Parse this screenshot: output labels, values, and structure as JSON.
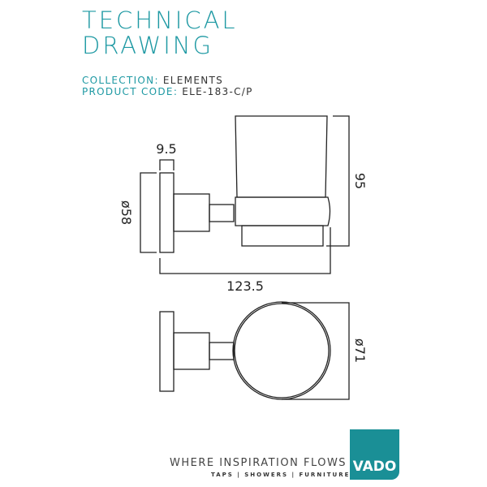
{
  "header": {
    "title_line1": "TECHNICAL",
    "title_line2": "DRAWING"
  },
  "info": {
    "collection_label": "COLLECTION:",
    "collection_value": "ELEMENTS",
    "product_code_label": "PRODUCT CODE:",
    "product_code_value": "ELE-183-C/P"
  },
  "dimensions": {
    "plate_thickness": "9.5",
    "plate_diameter": "ø58",
    "height": "95",
    "depth": "123.5",
    "cup_diameter": "ø71"
  },
  "footer": {
    "tagline": "WHERE INSPIRATION FLOWS",
    "subline": "TAPS | SHOWERS | FURNITURE",
    "logo": "VADO"
  },
  "colors": {
    "accent": "#1e99a3",
    "logo_bg": "#1a8f96"
  }
}
